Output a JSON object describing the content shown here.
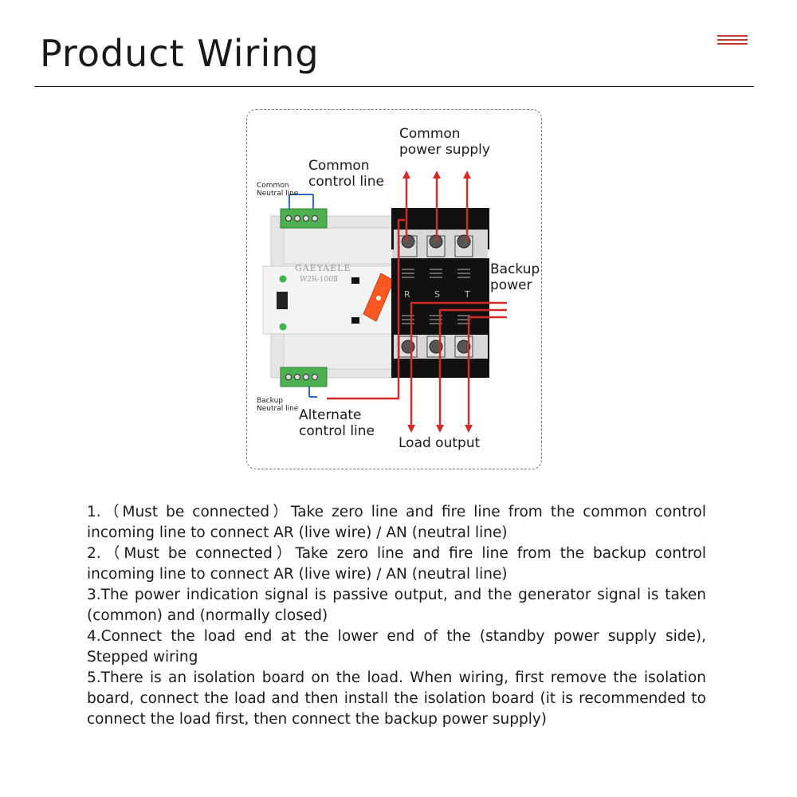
{
  "page": {
    "title": "Product Wiring"
  },
  "diagram": {
    "labels": {
      "common_power_supply_1": "Common",
      "common_power_supply_2": "power supply",
      "common_control_line_1": "Common",
      "common_control_line_2": "control line",
      "backup_power_1": "Backup",
      "backup_power_2": "power",
      "alternate_control_line_1": "Alternate",
      "alternate_control_line_2": "control line",
      "load_output": "Load output",
      "common_neutral_line_1": "Common",
      "common_neutral_line_2": "Neutral line",
      "backup_neutral_line_1": "Backup",
      "backup_neutral_line_2": "Neutral line"
    },
    "device": {
      "brand": "GAEYAELE",
      "model": "W2R-100Ⅱ",
      "phases": [
        "R",
        "S",
        "T"
      ]
    },
    "colors": {
      "wire": "#d42a2a",
      "terminal_block": "#4caf50",
      "handle": "#ff5722",
      "body": "#e6e6e6",
      "switch_block": "#111111"
    }
  },
  "notes": [
    "1.（Must be connected）Take zero line and fire line from the common control incoming line to connect AR (live wire) / AN (neutral line)",
    "2.（Must be connected）Take zero line and fire line from the backup control incoming line to connect AR (live wire) / AN (neutral line)",
    "3.The power indication signal is passive output, and the generator signal is taken (common) and (normally closed)",
    "4.Connect the load end at the lower end of the (standby power supply side), Stepped wiring",
    "5.There is an isolation board on the load. When wiring, first remove the isolation board, connect the load and then install the isolation board (it is recommended to connect the load first, then connect the backup power supply)"
  ]
}
